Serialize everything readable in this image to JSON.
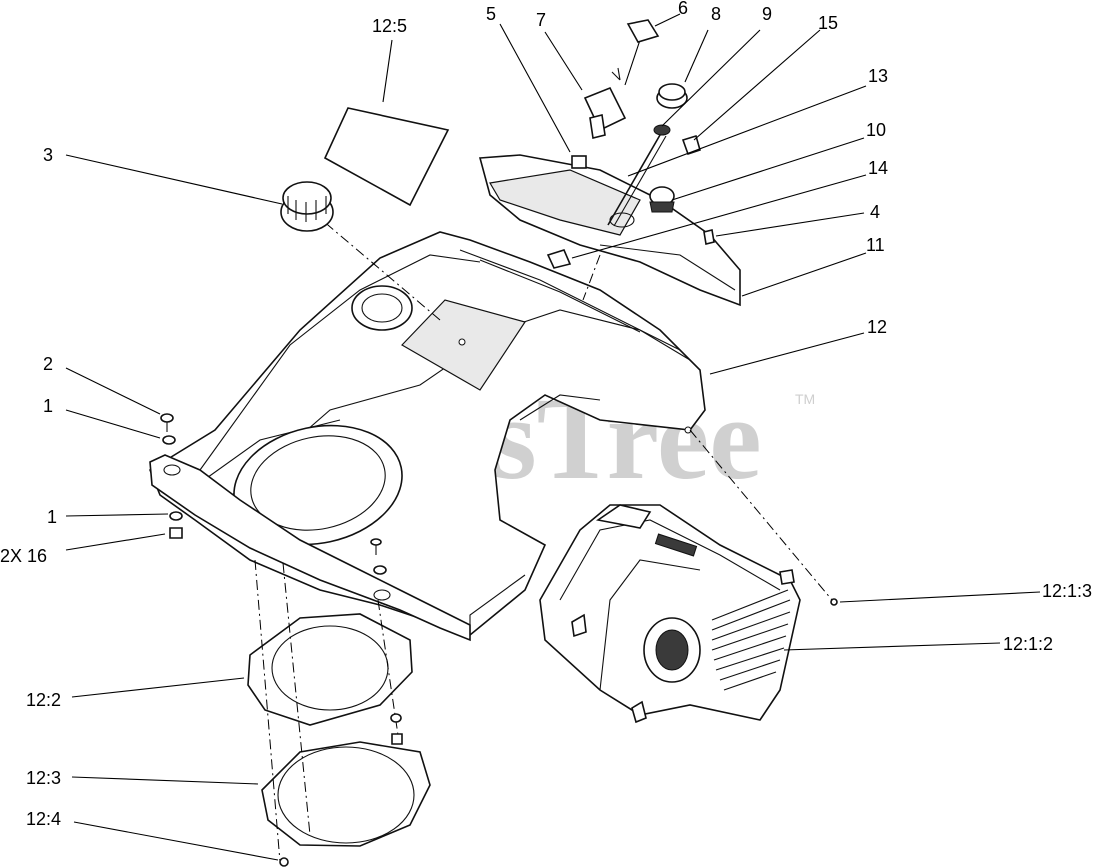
{
  "watermark": {
    "text": "PartsTree",
    "trademark": "TM"
  },
  "callouts": [
    {
      "id": "c-12-5",
      "text": "12:5"
    },
    {
      "id": "c-5",
      "text": "5"
    },
    {
      "id": "c-7",
      "text": "7"
    },
    {
      "id": "c-6",
      "text": "6"
    },
    {
      "id": "c-8",
      "text": "8"
    },
    {
      "id": "c-9",
      "text": "9"
    },
    {
      "id": "c-15",
      "text": "15"
    },
    {
      "id": "c-13",
      "text": "13"
    },
    {
      "id": "c-3",
      "text": "3"
    },
    {
      "id": "c-10",
      "text": "10"
    },
    {
      "id": "c-14",
      "text": "14"
    },
    {
      "id": "c-4",
      "text": "4"
    },
    {
      "id": "c-11",
      "text": "11"
    },
    {
      "id": "c-12",
      "text": "12"
    },
    {
      "id": "c-2",
      "text": "2"
    },
    {
      "id": "c-1a",
      "text": "1"
    },
    {
      "id": "c-1b",
      "text": "1"
    },
    {
      "id": "c-2x16",
      "text": "2X 16"
    },
    {
      "id": "c-12-1-3",
      "text": "12:1:3"
    },
    {
      "id": "c-12-1-2",
      "text": "12:1:2"
    },
    {
      "id": "c-12-2",
      "text": "12:2"
    },
    {
      "id": "c-12-3",
      "text": "12:3"
    },
    {
      "id": "c-12-4",
      "text": "12:4"
    }
  ]
}
